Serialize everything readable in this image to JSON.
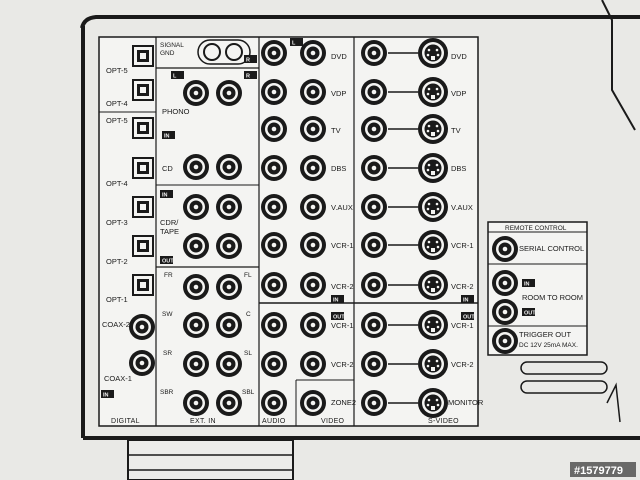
{
  "digital": {
    "opt_labels": [
      "OPT-5",
      "OPT-4",
      "OPT-5",
      "OPT-4",
      "OPT-3",
      "OPT-2",
      "OPT-1"
    ],
    "coax_labels": [
      "COAX-2",
      "COAX-1"
    ],
    "in_tag": "IN",
    "section": "DIGITAL"
  },
  "signal_gnd": [
    "SIGNAL",
    "GND"
  ],
  "ext_in": {
    "phono": "PHONO",
    "cd": "CD",
    "cdr_tape": [
      "CDR/",
      "TAPE"
    ],
    "tape_tags": [
      "IN",
      "OUT"
    ],
    "lr_tags": [
      "L",
      "R"
    ],
    "channels": [
      "FR",
      "FL",
      "SW",
      "C",
      "SR",
      "SL",
      "SBR",
      "SBL"
    ],
    "section_audio": "AUDIO",
    "section_ext": "EXT. IN"
  },
  "video": {
    "inputs": [
      "DVD",
      "VDP",
      "TV",
      "DBS",
      "V.AUX",
      "VCR-1",
      "VCR-2"
    ],
    "outputs": [
      "VCR-1",
      "VCR-2"
    ],
    "zone2": "ZONE2",
    "tag_in": "IN",
    "tag_out": "OUT",
    "section": "VIDEO"
  },
  "svideo": {
    "inputs": [
      "DVD",
      "VDP",
      "TV",
      "DBS",
      "V.AUX",
      "VCR-1",
      "VCR-2"
    ],
    "outputs": [
      "VCR-1",
      "VCR-2",
      "MONITOR"
    ],
    "tag_in": "IN",
    "tag_out": "OUT",
    "section": "S-VIDEO"
  },
  "remote": {
    "title": "REMOTE CONTROL",
    "serial": "SERIAL CONTROL",
    "room": "ROOM TO ROOM",
    "tag_in": "IN",
    "tag_out": "OUT",
    "trigger": [
      "TRIGGER OUT",
      "DC 12V 25mA MAX."
    ]
  },
  "watermark": "#1579779",
  "colors": {
    "paper": "#e9e9e6",
    "ink": "#1a1a1a",
    "panel": "#f4f4f2"
  }
}
